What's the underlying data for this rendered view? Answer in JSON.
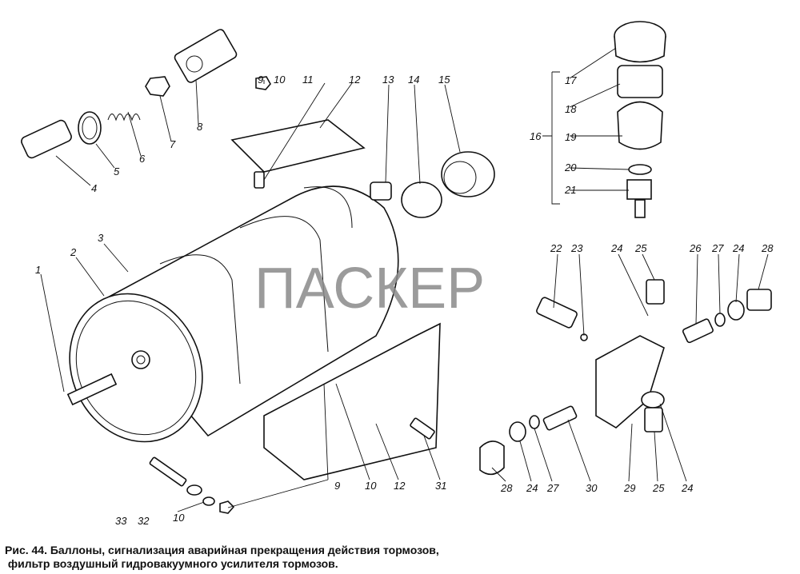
{
  "figure": {
    "caption_line1": "Рис. 44. Баллоны, сигнализация аварийная прекращения действия тормозов,",
    "caption_line2": "фильтр воздушный гидровакуумного усилителя тормозов.",
    "watermark": "ПАСКЕР"
  },
  "callouts": {
    "c1": "1",
    "c2": "2",
    "c3": "3",
    "c4": "4",
    "c5": "5",
    "c6": "6",
    "c7": "7",
    "c8": "8",
    "c9a": "9",
    "c10a": "10",
    "c11": "11",
    "c12a": "12",
    "c13": "13",
    "c14": "14",
    "c15": "15",
    "c16": "16",
    "c17": "17",
    "c18": "18",
    "c19": "19",
    "c20": "20",
    "c21": "21",
    "c22": "22",
    "c23": "23",
    "c24a": "24",
    "c25a": "25",
    "c26": "26",
    "c27a": "27",
    "c24b": "24",
    "c28a": "28",
    "c28b": "28",
    "c24c": "24",
    "c27b": "27",
    "c30": "30",
    "c29": "29",
    "c25b": "25",
    "c24d": "24",
    "c9b": "9",
    "c10b": "10",
    "c12b": "12",
    "c31": "31",
    "c33": "33",
    "c32": "32",
    "c10c": "10"
  }
}
